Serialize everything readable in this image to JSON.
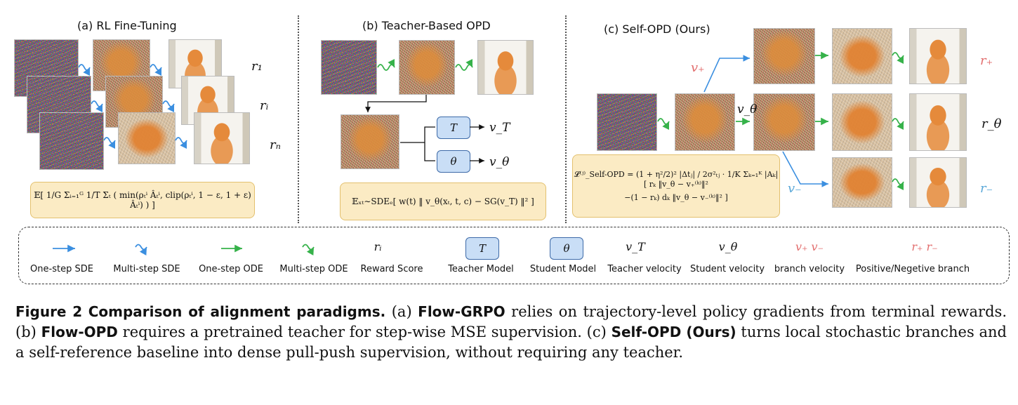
{
  "panels": {
    "a_title": "(a) RL Fine-Tuning",
    "b_title": "(b) Teacher-Based OPD",
    "c_title": "(c) Self-OPD (Ours)"
  },
  "panel_a": {
    "rewards": [
      "r₁",
      "rᵢ",
      "rₙ"
    ],
    "formula": "𝔼[ 1/G Σᵢ₌₁ᴳ 1/T Σₜ ( min(ρₜⁱ Âₜⁱ, clip(ρₜⁱ, 1 − ε, 1 + ε) Âₜⁱ) ) ]"
  },
  "panel_b": {
    "teacher_box": "T",
    "student_box": "θ",
    "teacher_velocity": "v_T",
    "student_velocity": "v_θ",
    "formula": "𝔼ₓₜ∼SDEₑ[ w(t) ‖ v_θ(xₜ, t, c) − SG(v_T) ‖² ]"
  },
  "panel_c": {
    "v_plus": "v₊",
    "v_minus": "v₋",
    "v_theta": "v_θ",
    "r_plus": "r₊",
    "r_theta": "r_θ",
    "r_minus": "r₋",
    "formula_line1": "𝓛⁽ʲ⁾_Self-OPD = (1 + η²/2)² |Δtⱼ| / 2σ²ₜⱼ · 1/K Σₖ₌₁ᴷ |Aₖ| [ rₖ ‖v_θ − v₊⁽ᵏ⁾‖²",
    "formula_line2": "−(1 − rₖ) dₖ ‖v_θ − v₋⁽ᵏ⁾‖² ]"
  },
  "legend": {
    "items": [
      {
        "symbol": "",
        "label": "One-step SDE"
      },
      {
        "symbol": "",
        "label": "Multi-step SDE"
      },
      {
        "symbol": "",
        "label": "One-step ODE"
      },
      {
        "symbol": "",
        "label": "Multi-step ODE"
      },
      {
        "symbol": "rᵢ",
        "label": "Reward Score"
      },
      {
        "symbol": "T",
        "label": "Teacher Model"
      },
      {
        "symbol": "θ",
        "label": "Student Model"
      },
      {
        "symbol": "v_T",
        "label": "Teacher velocity"
      },
      {
        "symbol": "v_θ",
        "label": "Student velocity"
      },
      {
        "symbol": "v₊ v₋",
        "label": "branch velocity"
      },
      {
        "symbol": "r₊ r₋",
        "label": "Positive/Negetive branch"
      }
    ]
  },
  "caption": {
    "fig_label": "Figure 2",
    "fig_title": "Comparison of alignment paradigms.",
    "t1": " (a) ",
    "b1": "Flow-GRPO",
    "t2": " relies on trajectory-level policy gradients from terminal rewards. (b) ",
    "b2": "Flow-OPD",
    "t3": " requires a pretrained teacher for step-wise MSE supervision. (c) ",
    "b3": "Self-OPD (Ours)",
    "t4": " turns local stochastic branches and a self-reference baseline into dense pull-push supervision, without requiring any teacher."
  },
  "colors": {
    "sde_arrow": "#3b8fe0",
    "ode_arrow": "#36b24a",
    "box_fill": "#fbebc4",
    "model_box": "#c9def6",
    "pos": "#e26d6d",
    "neg": "#5aa8d8"
  }
}
